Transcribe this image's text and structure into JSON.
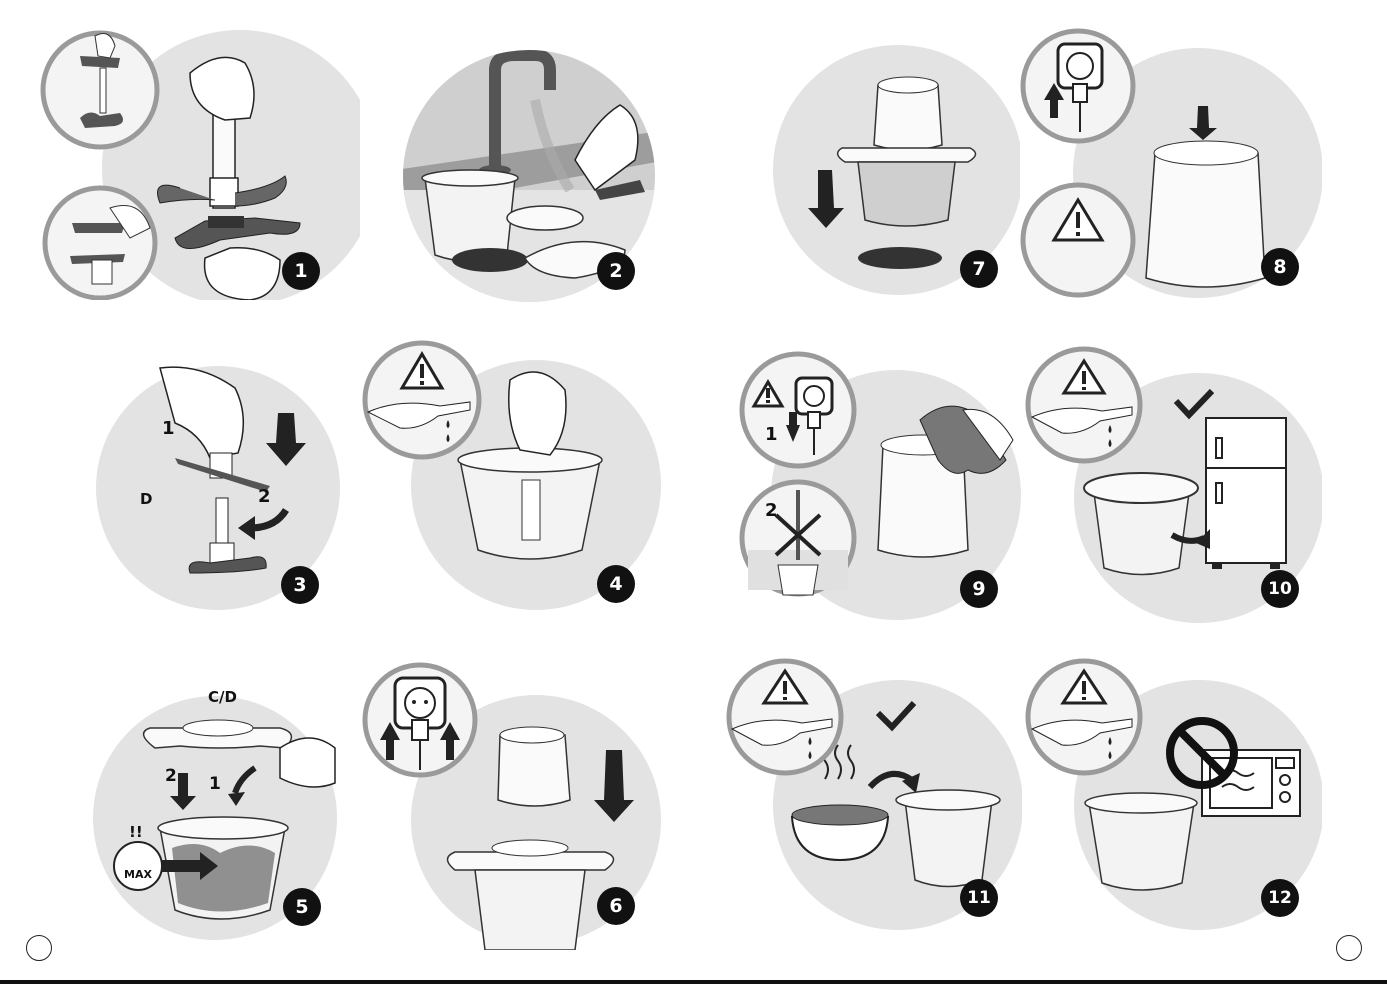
{
  "steps": [
    {
      "number": "1"
    },
    {
      "number": "2"
    },
    {
      "number": "3",
      "labels": {
        "push": "1",
        "turn": "2",
        "side": "D"
      }
    },
    {
      "number": "4"
    },
    {
      "number": "5",
      "labels": {
        "lid": "C/D",
        "first": "1",
        "second": "2",
        "caution": "!!",
        "max": "MAX"
      }
    },
    {
      "number": "6"
    },
    {
      "number": "7"
    },
    {
      "number": "8"
    },
    {
      "number": "9",
      "labels": {
        "unplug": "1",
        "no_water": "2"
      }
    },
    {
      "number": "10"
    },
    {
      "number": "11"
    },
    {
      "number": "12"
    }
  ],
  "colors": {
    "panel_gray": "#e6e6e6",
    "circle_bg": "#f5f5f5",
    "ink": "#111111"
  },
  "icons": [
    "warning-icon",
    "plug-icon",
    "check-icon",
    "no-microwave-icon",
    "arrow-icon"
  ]
}
